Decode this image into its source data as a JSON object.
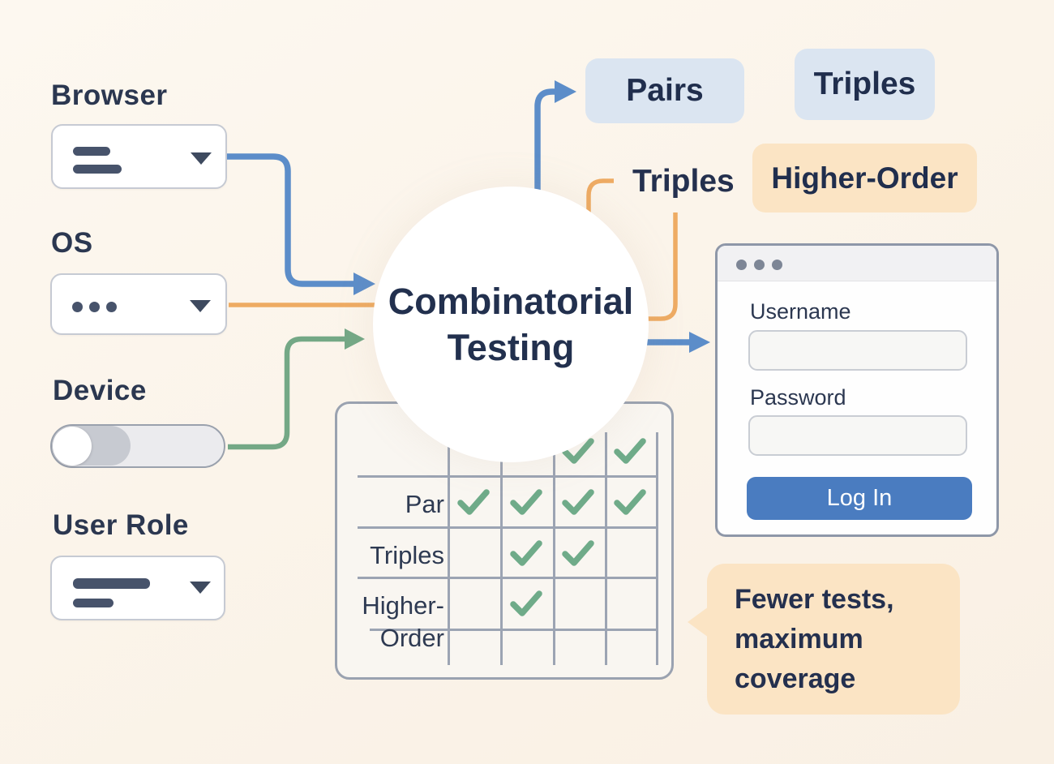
{
  "colors": {
    "blue": "#5c8dc9",
    "orange": "#eeab63",
    "green": "#74a886",
    "check_green": "#6fab89",
    "navy": "#22304e",
    "badge_blue": "#dbe5f1",
    "badge_peach": "#fbe4c4",
    "button_blue": "#4a7cc0"
  },
  "icons": {
    "dropdown_caret": "chevron-down",
    "checkmark": "check",
    "window_controls": "three-dots"
  },
  "left_panel": {
    "browser_label": "Browser",
    "os_label": "OS",
    "device_label": "Device",
    "user_role_label": "User Role",
    "device_toggle_state": "off"
  },
  "center": {
    "title": "Combinatorial Testing"
  },
  "badges": {
    "pairs": "Pairs",
    "triples_badge": "Triples",
    "triples_text": "Triples",
    "higher_order": "Higher-Order"
  },
  "matrix": {
    "rows": [
      {
        "label": "",
        "checks": [
          false,
          false,
          true,
          true
        ]
      },
      {
        "label": "Par",
        "checks": [
          true,
          true,
          true,
          true
        ]
      },
      {
        "label": "Triples",
        "checks": [
          false,
          true,
          true,
          false
        ]
      },
      {
        "label": "Higher-Order",
        "checks": [
          false,
          true,
          false,
          false
        ]
      }
    ]
  },
  "login_window": {
    "username_label": "Username",
    "password_label": "Password",
    "username_value": "",
    "password_value": "",
    "login_button": "Log In"
  },
  "callout": {
    "text": "Fewer tests, maximum coverage"
  }
}
